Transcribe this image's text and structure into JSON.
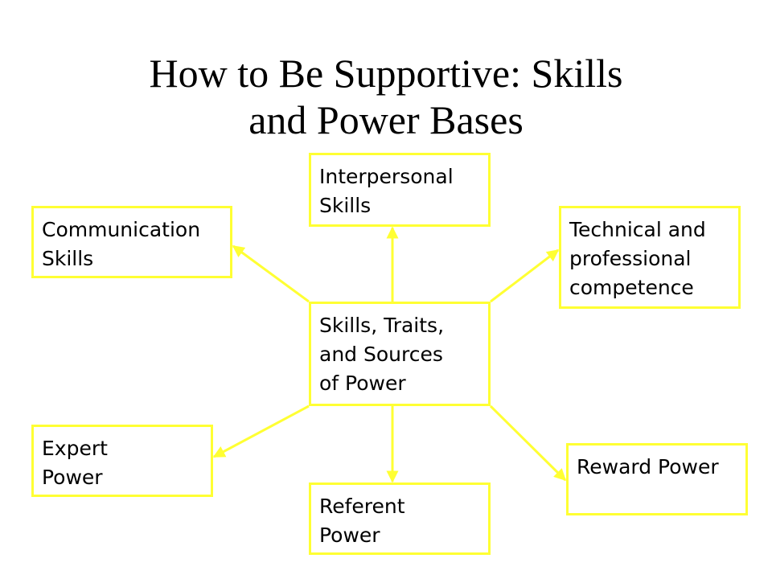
{
  "title": {
    "line1": "How to Be Supportive:  Skills",
    "line2": "and Power Bases"
  },
  "colors": {
    "connector": "#FFFF33",
    "box_border": "#FFFF33",
    "text": "#000000",
    "background": "#FFFFFF"
  },
  "nodes": {
    "center": {
      "lines": [
        "Skills, Traits,",
        "and Sources",
        "of Power"
      ]
    },
    "interpersonal": {
      "lines": [
        "Interpersonal",
        "Skills"
      ]
    },
    "communication": {
      "lines": [
        "Communication",
        "Skills"
      ]
    },
    "technical": {
      "lines": [
        "Technical and",
        "professional",
        "competence"
      ]
    },
    "expert": {
      "lines": [
        "Expert",
        "Power"
      ]
    },
    "referent": {
      "lines": [
        "Referent",
        "Power"
      ]
    },
    "reward": {
      "lines": [
        "Reward Power"
      ]
    }
  }
}
